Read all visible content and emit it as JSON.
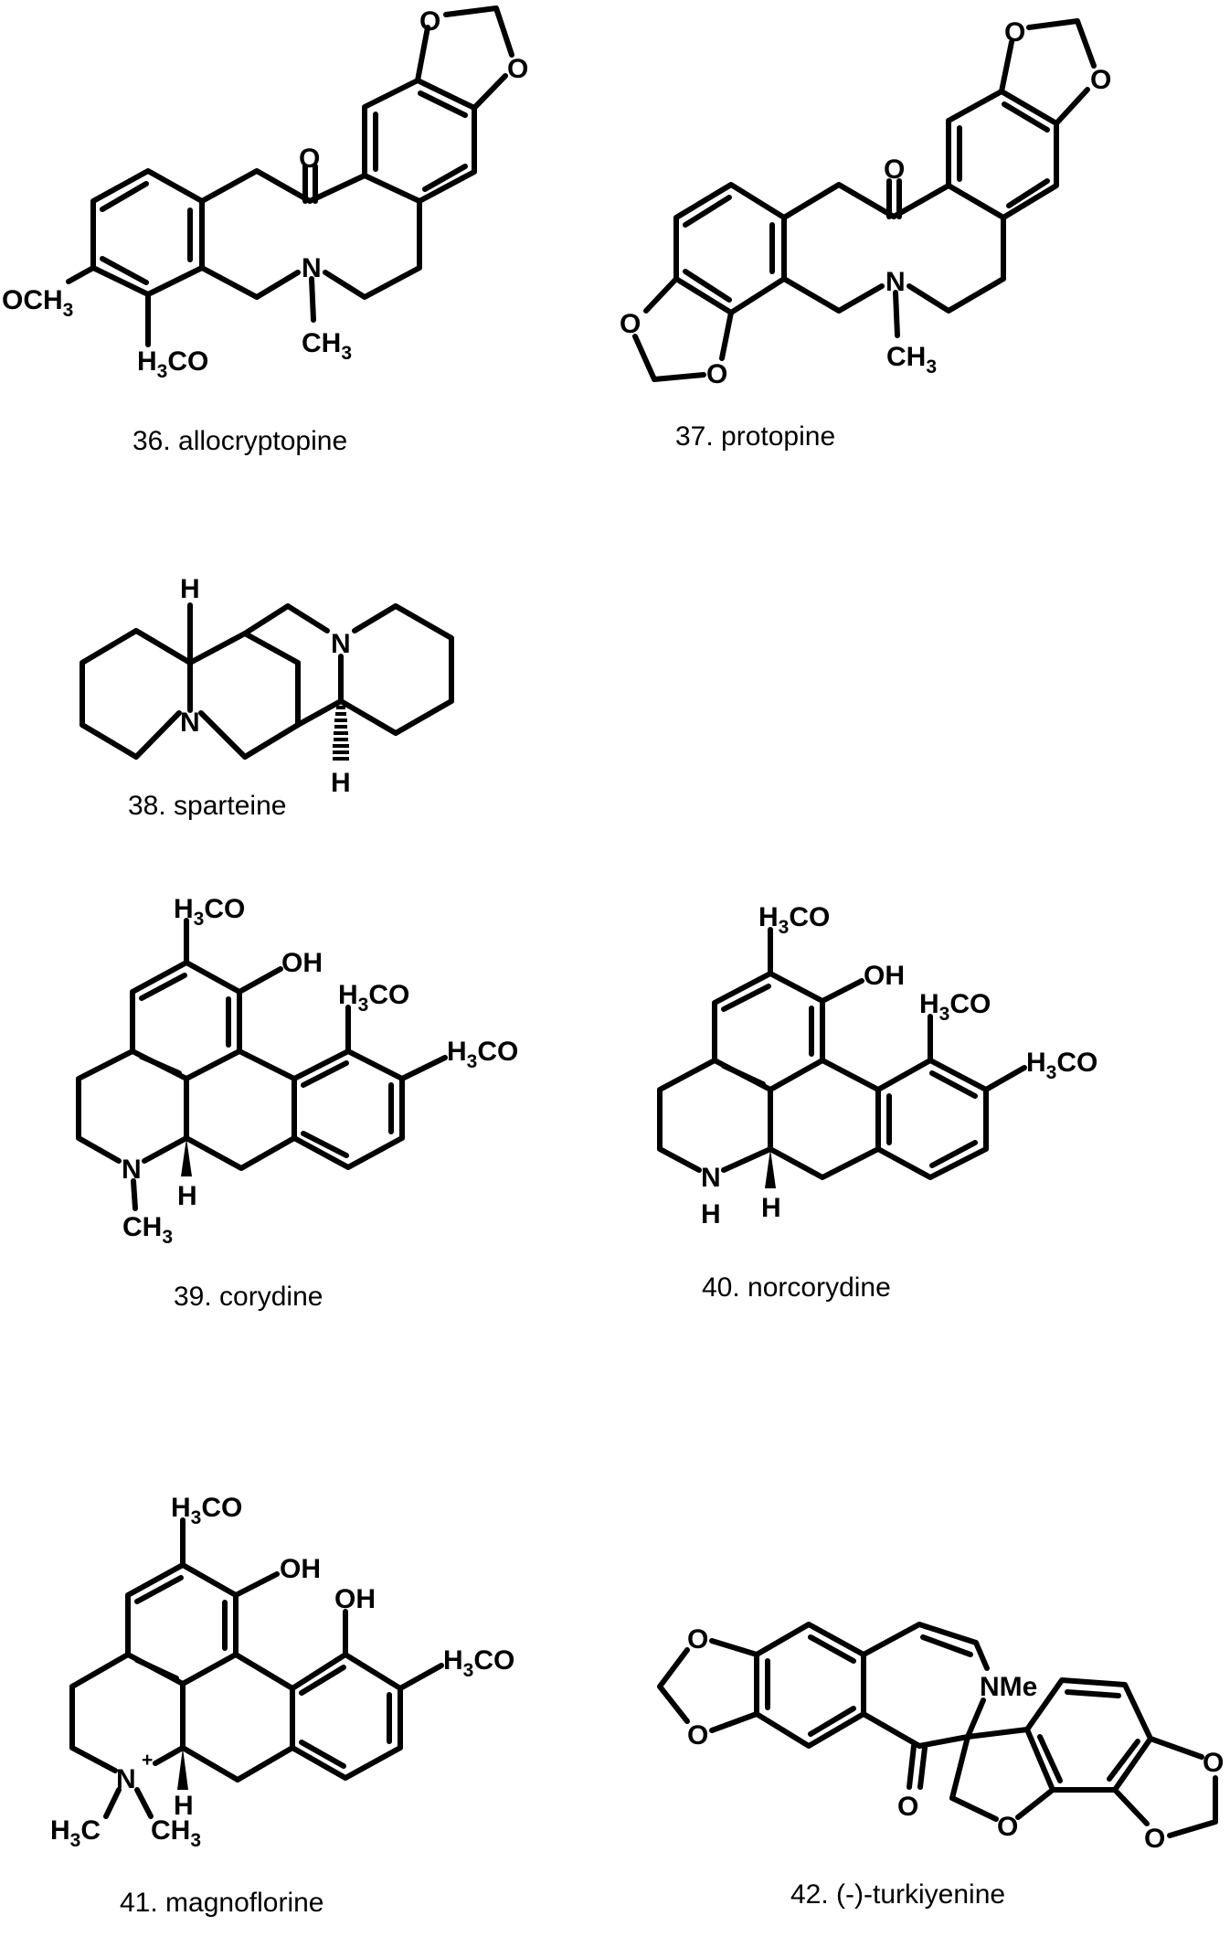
{
  "figure": {
    "type": "chemical-structures",
    "background": "#ffffff",
    "line_color": "#000000"
  },
  "compounds": [
    {
      "id": "36",
      "name": "allocryptopine",
      "caption": "36. allocryptopine",
      "groups": {
        "methoxy_a": "OCH",
        "methoxy_a_sub": "3",
        "methoxy_b_h": "H",
        "methoxy_b_sub": "3",
        "methoxy_b_rest": "CO",
        "n": "N",
        "n_methyl": "CH",
        "n_methyl_sub": "3",
        "carbonyl_o": "O",
        "dioxole_o1": "O",
        "dioxole_o2": "O"
      }
    },
    {
      "id": "37",
      "name": "protopine",
      "caption": "37. protopine",
      "groups": {
        "n": "N",
        "n_methyl": "CH",
        "n_methyl_sub": "3",
        "carbonyl_o": "O",
        "dioxole_o1": "O",
        "dioxole_o2": "O",
        "dioxole_o3": "O",
        "dioxole_o4": "O"
      }
    },
    {
      "id": "38",
      "name": "sparteine",
      "caption": "38. sparteine",
      "groups": {
        "n1": "N",
        "n2": "N",
        "h_top": "H",
        "h_bottom": "H"
      }
    },
    {
      "id": "39",
      "name": "corydine",
      "caption": "39. corydine",
      "groups": {
        "methoxy_top_h": "H",
        "methoxy_top_sub": "3",
        "methoxy_top_rest": "CO",
        "oh": "OH",
        "methoxy_1_h": "H",
        "methoxy_1_sub": "3",
        "methoxy_1_rest": "CO",
        "methoxy_2_h": "H",
        "methoxy_2_sub": "3",
        "methoxy_2_rest": "CO",
        "n": "N",
        "h": "H",
        "n_methyl": "CH",
        "n_methyl_sub": "3"
      }
    },
    {
      "id": "40",
      "name": "norcorydine",
      "caption": "40. norcorydine",
      "groups": {
        "methoxy_top_h": "H",
        "methoxy_top_sub": "3",
        "methoxy_top_rest": "CO",
        "oh": "OH",
        "methoxy_1_h": "H",
        "methoxy_1_sub": "3",
        "methoxy_1_rest": "CO",
        "methoxy_2_h": "H",
        "methoxy_2_sub": "3",
        "methoxy_2_rest": "CO",
        "n": "N",
        "nh": "H",
        "h": "H"
      }
    },
    {
      "id": "41",
      "name": "magnoflorine",
      "caption": "41. magnoflorine",
      "groups": {
        "methoxy_top_h": "H",
        "methoxy_top_sub": "3",
        "methoxy_top_rest": "CO",
        "oh1": "OH",
        "oh2": "OH",
        "methoxy_2_h": "H",
        "methoxy_2_sub": "3",
        "methoxy_2_rest": "CO",
        "n": "N",
        "charge": "+",
        "h": "H",
        "methyl_left_h": "H",
        "methyl_left_sub": "3",
        "methyl_left_rest": "C",
        "methyl_right": "CH",
        "methyl_right_sub": "3"
      }
    },
    {
      "id": "42",
      "name": "(-)-turkiyenine",
      "caption": "42. (-)-turkiyenine",
      "groups": {
        "nme": "NMe",
        "carbonyl_o": "O",
        "dioxole_o1": "O",
        "dioxole_o2": "O",
        "furan_o": "O",
        "dioxole_o3": "O",
        "dioxole_o4": "O"
      }
    }
  ]
}
